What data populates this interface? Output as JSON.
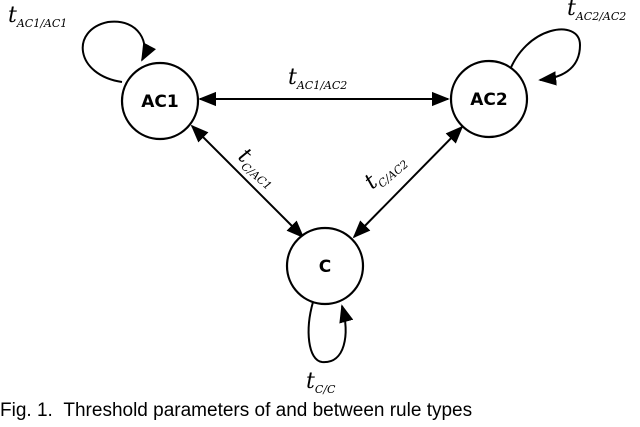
{
  "diagram": {
    "nodes": {
      "ac1": "AC1",
      "ac2": "AC2",
      "c": "C"
    },
    "edge_labels": {
      "loop_ac1": {
        "main": "t",
        "sub": "AC1/AC1"
      },
      "loop_ac2": {
        "main": "t",
        "sub": "AC2/AC2"
      },
      "loop_c": {
        "main": "t",
        "sub": "C/C"
      },
      "ac1_ac2": {
        "main": "t",
        "sub": "AC1/AC2"
      },
      "c_ac1": {
        "main": "t",
        "sub": "C/AC1"
      },
      "c_ac2": {
        "main": "t",
        "sub": "C/AC2"
      }
    }
  },
  "caption": {
    "label": "Fig. 1.",
    "text": "Threshold parameters of and between rule types"
  }
}
